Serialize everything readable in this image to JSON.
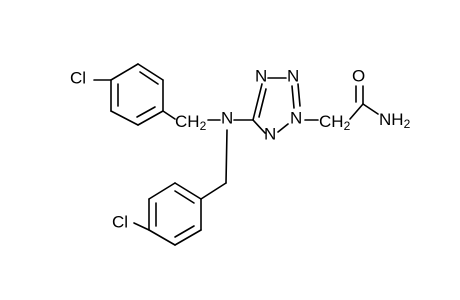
{
  "molecule": {
    "atoms": {
      "cl_top": "Cl",
      "cl_bottom": "Cl",
      "ch2_left": "CH",
      "ch2_left_sub": "2",
      "amine_n": "N",
      "tetrazole_n_top": "N",
      "tetrazole_n_right": "N",
      "tetrazole_n2": "N",
      "tetrazole_n_bottom": "N",
      "ch2_right": "CH",
      "ch2_right_sub": "2",
      "carbonyl_o": "O",
      "amide_nh2": "NH",
      "amide_nh2_sub": "2"
    },
    "colors": {
      "bond": "#000000",
      "text": "#000000",
      "background": "#ffffff"
    }
  }
}
